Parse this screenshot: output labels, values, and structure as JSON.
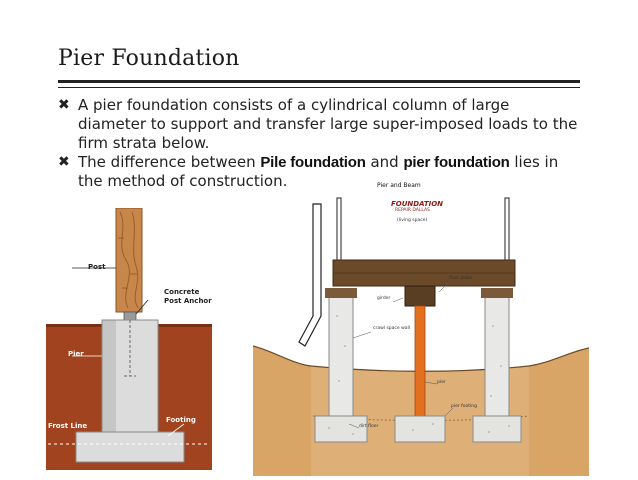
{
  "slide": {
    "title": "Pier Foundation",
    "bullets": [
      {
        "icon": "x-mark-icon",
        "text": "A pier foundation consists of a cylindrical column of large diameter to support and transfer large super-imposed loads to the firm strata below."
      },
      {
        "icon": "x-mark-icon",
        "parts": {
          "t1": "The difference between ",
          "k1": "Pile foundation",
          "t2": " and ",
          "k2": "pier foundation",
          "t3": " lies in the method of construction."
        }
      }
    ]
  },
  "figure_left": {
    "labels": {
      "post": "Post",
      "concrete": "Concrete",
      "anchor": "Post Anchor",
      "pier": "Pier",
      "frost_line": "Frost Line",
      "footing": "Footing"
    },
    "colors": {
      "soil": "#a1431f",
      "post": "#c8874a",
      "concrete": "#d8d8d8"
    }
  },
  "figure_right": {
    "title": "Pier and Beam",
    "logo": {
      "name": "FOUNDATION",
      "sub": "REPAIR DALLAS"
    },
    "labels": {
      "living_space": "(living space)",
      "floor_joists": "floor joists",
      "girder": "girder",
      "crawl_space_wall": "crawl space wall",
      "pier": "pier",
      "pier_footing": "pier footing",
      "dirt_floor": "dirt floor"
    },
    "colors": {
      "beam": "#6b4a2a",
      "pier_post": "#e2701f",
      "soil": "#d9a566"
    }
  }
}
